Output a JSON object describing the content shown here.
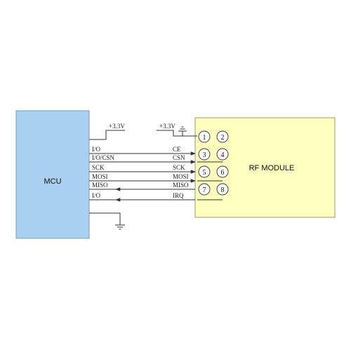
{
  "colors": {
    "mcu_fill": "#a9d0ef",
    "module_fill": "#ffffc0",
    "line": "#333333"
  },
  "mcu": {
    "label": "MCU"
  },
  "module": {
    "label": "RF MODULE"
  },
  "power": {
    "mcu_supply": "+3.3V",
    "module_supply": "+3.3V"
  },
  "mcu_pins": [
    "I/O",
    "I/O/CSN",
    "SCK",
    "MOSI",
    "MISO",
    "I/O"
  ],
  "module_signals": [
    "CE",
    "CSN",
    "SCK",
    "MOSI",
    "MISO",
    "IRQ"
  ],
  "connector_pins": [
    "1",
    "2",
    "3",
    "4",
    "5",
    "6",
    "7",
    "8"
  ],
  "icons": [
    "ground-symbol",
    "arrow-right",
    "arrow-left"
  ]
}
